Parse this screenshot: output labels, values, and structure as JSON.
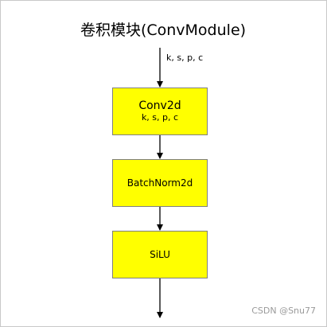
{
  "title": "卷积模块(ConvModule)",
  "input_edge_label": "k, s, p, c",
  "nodes": [
    {
      "label": "Conv2d",
      "sublabel": "k, s, p, c"
    },
    {
      "label": "BatchNorm2d"
    },
    {
      "label": "SiLU"
    }
  ],
  "watermark": "CSDN @Snu77",
  "colors": {
    "node_fill": "#ffff00",
    "node_border": "#7f7f7f",
    "edge": "#000000"
  }
}
